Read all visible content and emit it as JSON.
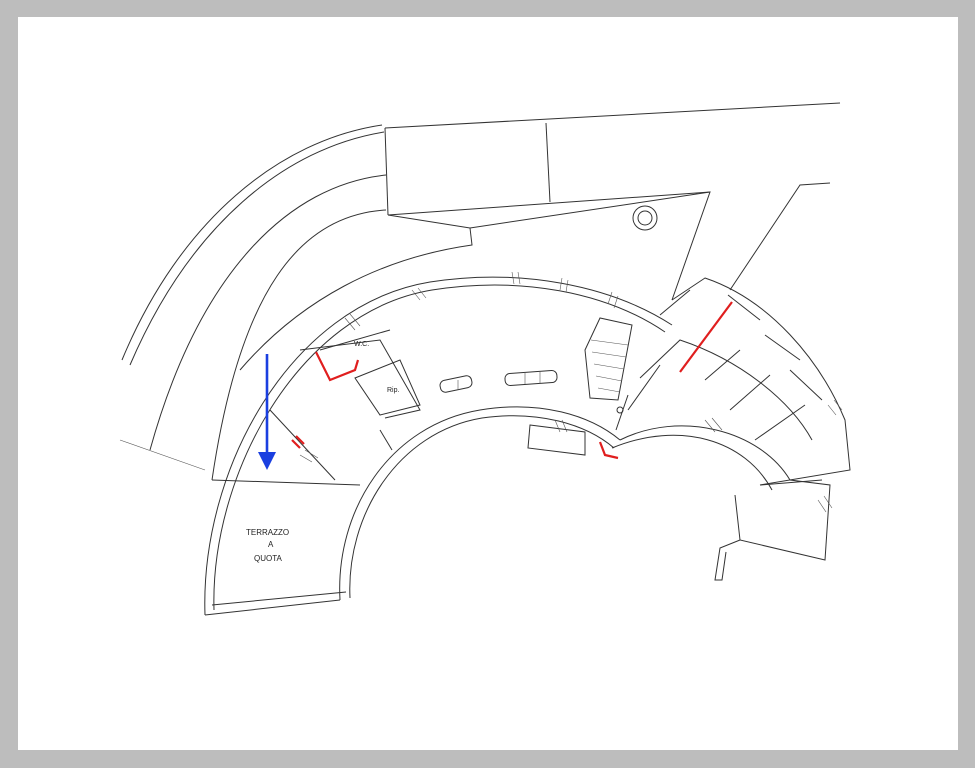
{
  "plan": {
    "labels": {
      "wc": "W.C.",
      "rip": "Rip.",
      "terrazzo_line1": "TERRAZZO",
      "terrazzo_line2": "A",
      "terrazzo_line3": "QUOTA"
    }
  },
  "colors": {
    "viewer_background": "#bdbdbd",
    "sheet": "#ffffff",
    "linework": "#333333",
    "highlight_wall": "#e01e1e",
    "arrow": "#1a3fe0"
  },
  "icons": {
    "direction_arrow": "arrow-down-icon"
  }
}
